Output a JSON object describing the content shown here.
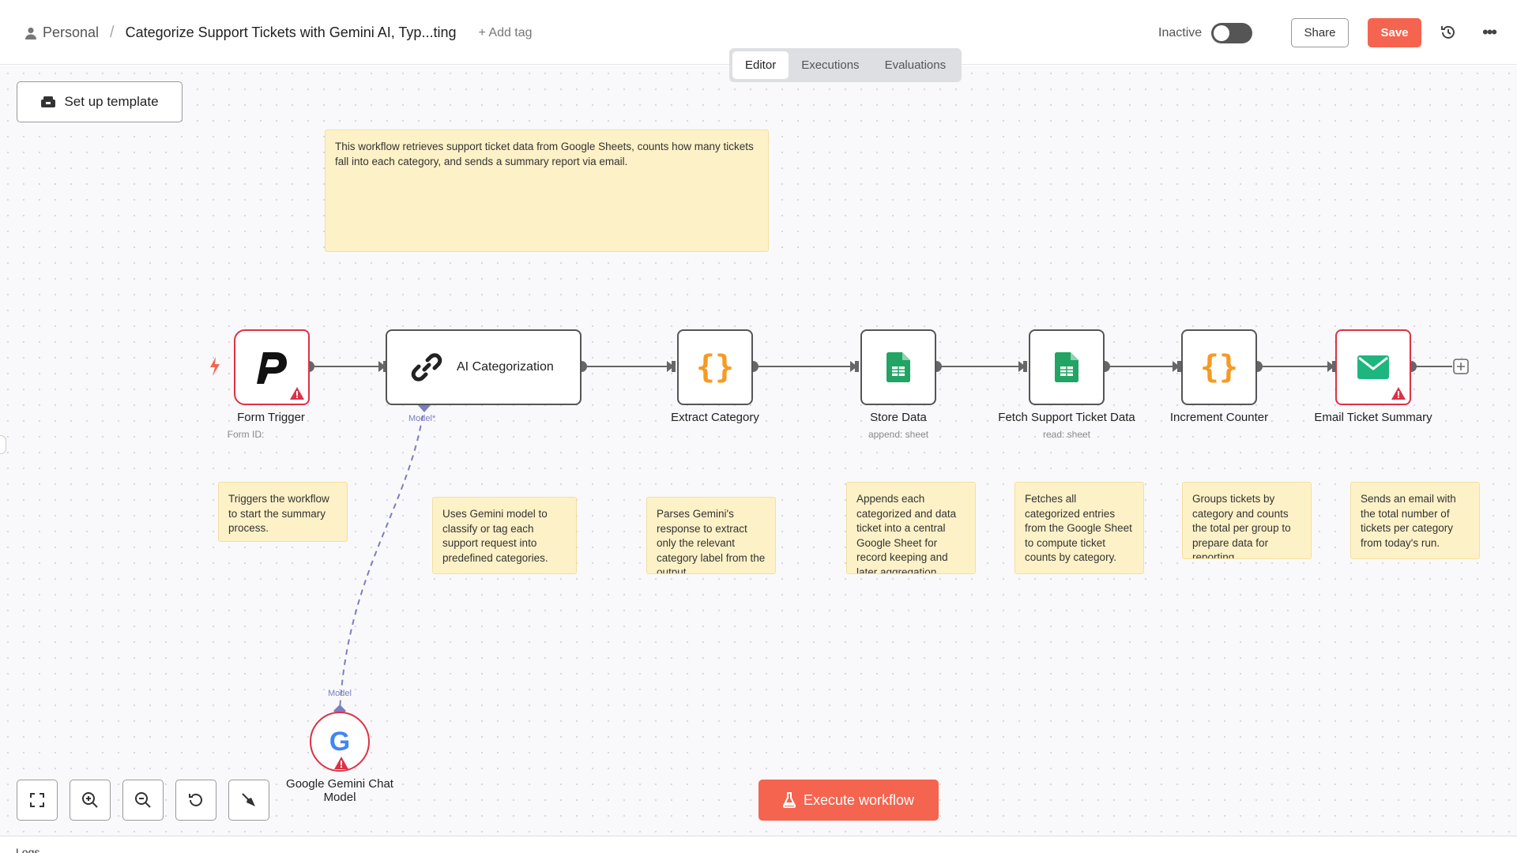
{
  "header": {
    "breadcrumb_personal": "Personal",
    "workflow_title": "Categorize Support Tickets with Gemini AI, Typ...ting",
    "add_tag": "+ Add tag",
    "status_label": "Inactive",
    "active": false,
    "share_label": "Share",
    "save_label": "Save"
  },
  "tabs": [
    "Editor",
    "Executions",
    "Evaluations"
  ],
  "active_tab": "Editor",
  "canvas": {
    "setup_template_label": "Set up template",
    "top_note": "This workflow retrieves support ticket data from Google Sheets, counts how many tickets fall into each category, and sends a summary report via email.",
    "execute_label": "Execute workflow",
    "logs_label": "Logs"
  },
  "nodes": [
    {
      "label": "Form Trigger",
      "sub": "Form ID:",
      "icon": "form-p-icon",
      "error": true
    },
    {
      "label": "AI Categorization",
      "sub": "",
      "icon": "link-icon",
      "error": false,
      "handle": "Model*"
    },
    {
      "label": "Extract Category",
      "sub": "",
      "icon": "code-braces-icon",
      "error": false
    },
    {
      "label": "Store Data",
      "sub": "append: sheet",
      "icon": "google-sheets-icon",
      "error": false
    },
    {
      "label": "Fetch Support Ticket Data",
      "sub": "read: sheet",
      "icon": "google-sheets-icon",
      "error": false
    },
    {
      "label": "Increment Counter",
      "sub": "",
      "icon": "code-braces-icon",
      "error": false
    },
    {
      "label": "Email Ticket Summary",
      "sub": "",
      "icon": "email-icon",
      "error": true
    },
    {
      "label": "Google Gemini Chat Model",
      "sub": "",
      "icon": "google-icon",
      "error": true,
      "handle": "Model"
    }
  ],
  "notes": [
    "Triggers the workflow to start the summary process.",
    "Uses Gemini model to classify or tag each support request into predefined categories.",
    "Parses Gemini's response to extract only the relevant category label from the output.",
    "Appends each categorized and data ticket into a central Google Sheet for record keeping and later aggregation.",
    "Fetches all categorized entries from the Google Sheet to compute ticket counts by category.",
    "Groups tickets by category and counts the total per group to prepare data for reporting.",
    "Sends an email with the total number of tickets per category from today's run."
  ],
  "colors": {
    "accent": "#f4644f",
    "error": "#dd3146",
    "sheets_green": "#21a464",
    "code_orange": "#f59a23",
    "email_green": "#1fb57e",
    "sticky_bg": "#fdf1c7"
  }
}
